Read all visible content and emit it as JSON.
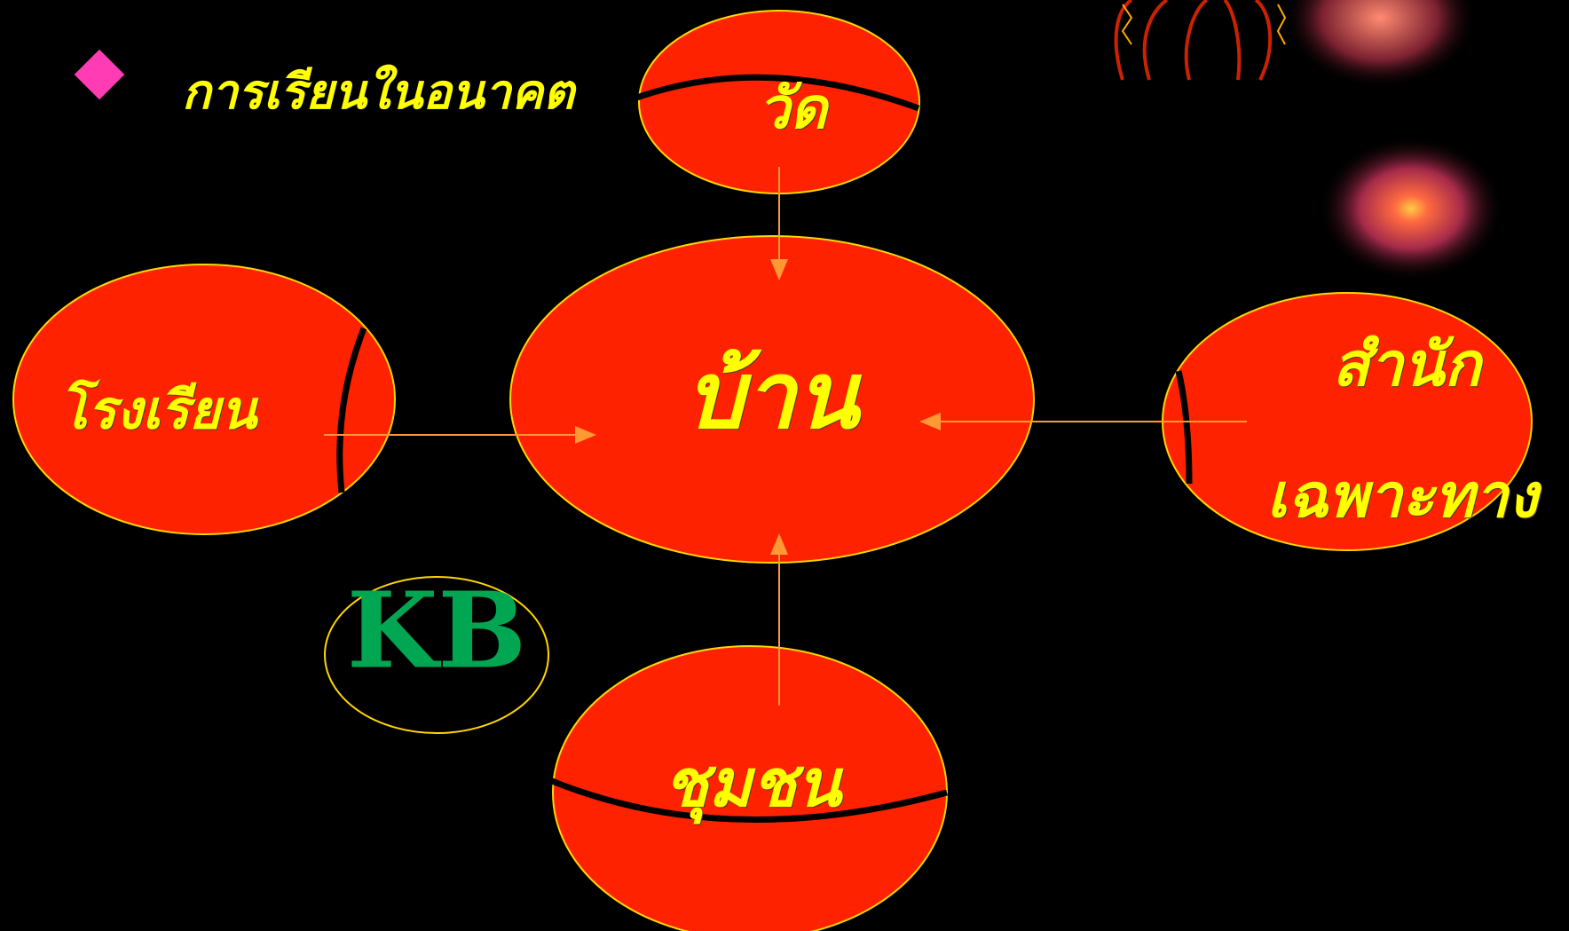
{
  "title": "การเรียนในอนาคต",
  "nodes": {
    "center": "บ้าน",
    "top": "วัด",
    "left": "โรงเรียน",
    "right_line1": "สำนัก",
    "right_line2": "เฉพาะทาง",
    "bottom": "ชุมชน"
  },
  "badge": "KB",
  "colors": {
    "ellipse_fill": "#ff2200",
    "ellipse_stroke": "#ffd700",
    "text": "#ffff00",
    "arrow": "#ff9933",
    "bullet": "#ff3cb4",
    "badge_text": "#00a651"
  }
}
